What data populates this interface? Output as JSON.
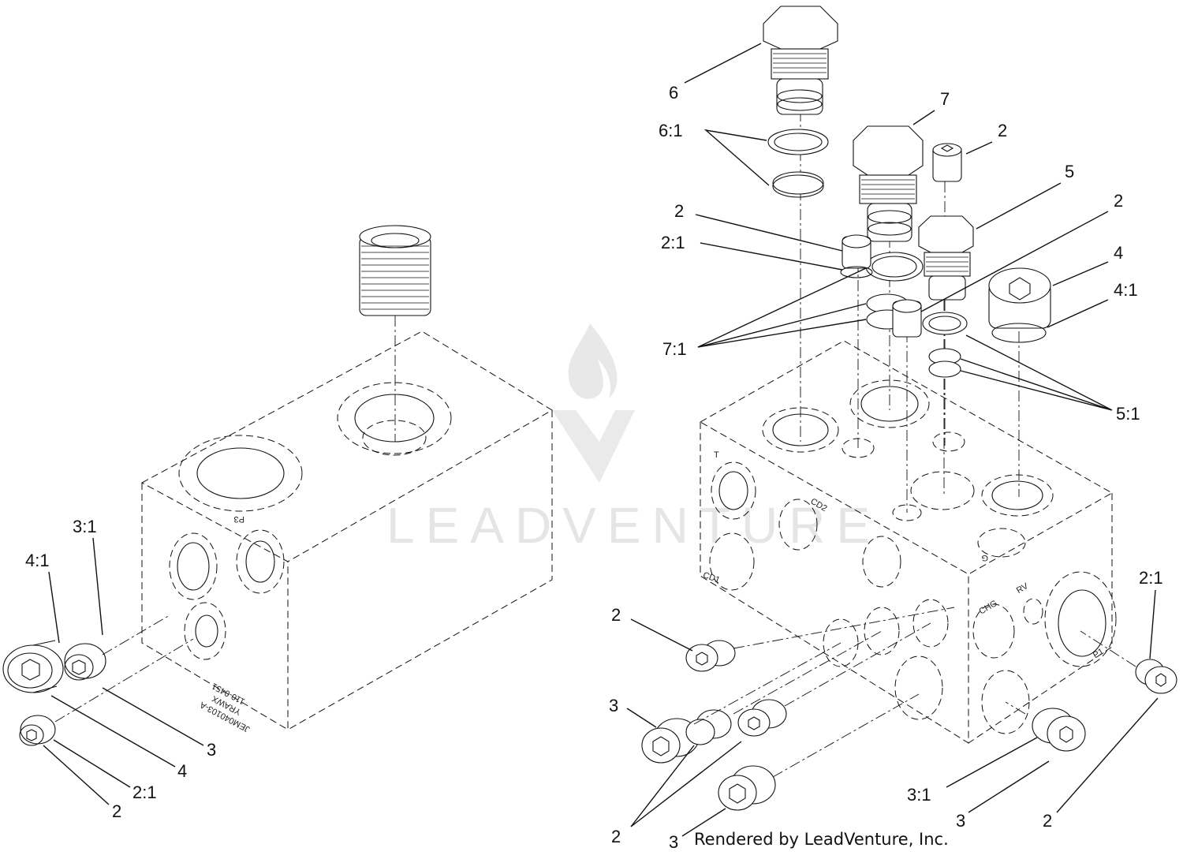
{
  "watermark": {
    "brand": "LEADVENTURE"
  },
  "credit": "Rendered by LeadVenture, Inc.",
  "left_assembly": {
    "block_stamp_lines": [
      "JEM040103-A",
      "YRAWX",
      "110-0451"
    ],
    "port_marks": [
      "P3"
    ],
    "callouts": [
      "4:1",
      "3:1",
      "3",
      "4",
      "2:1",
      "2"
    ]
  },
  "right_assembly": {
    "port_labels": [
      "T",
      "CD2",
      "CD1",
      "G",
      "CHG",
      "RV",
      "P1"
    ],
    "callouts": [
      "6",
      "7",
      "2",
      "6:1",
      "5",
      "2",
      "2",
      "2:1",
      "4",
      "4:1",
      "7:1",
      "5:1",
      "2",
      "2:1",
      "3",
      "3:1",
      "2",
      "3",
      "3",
      "2"
    ]
  }
}
